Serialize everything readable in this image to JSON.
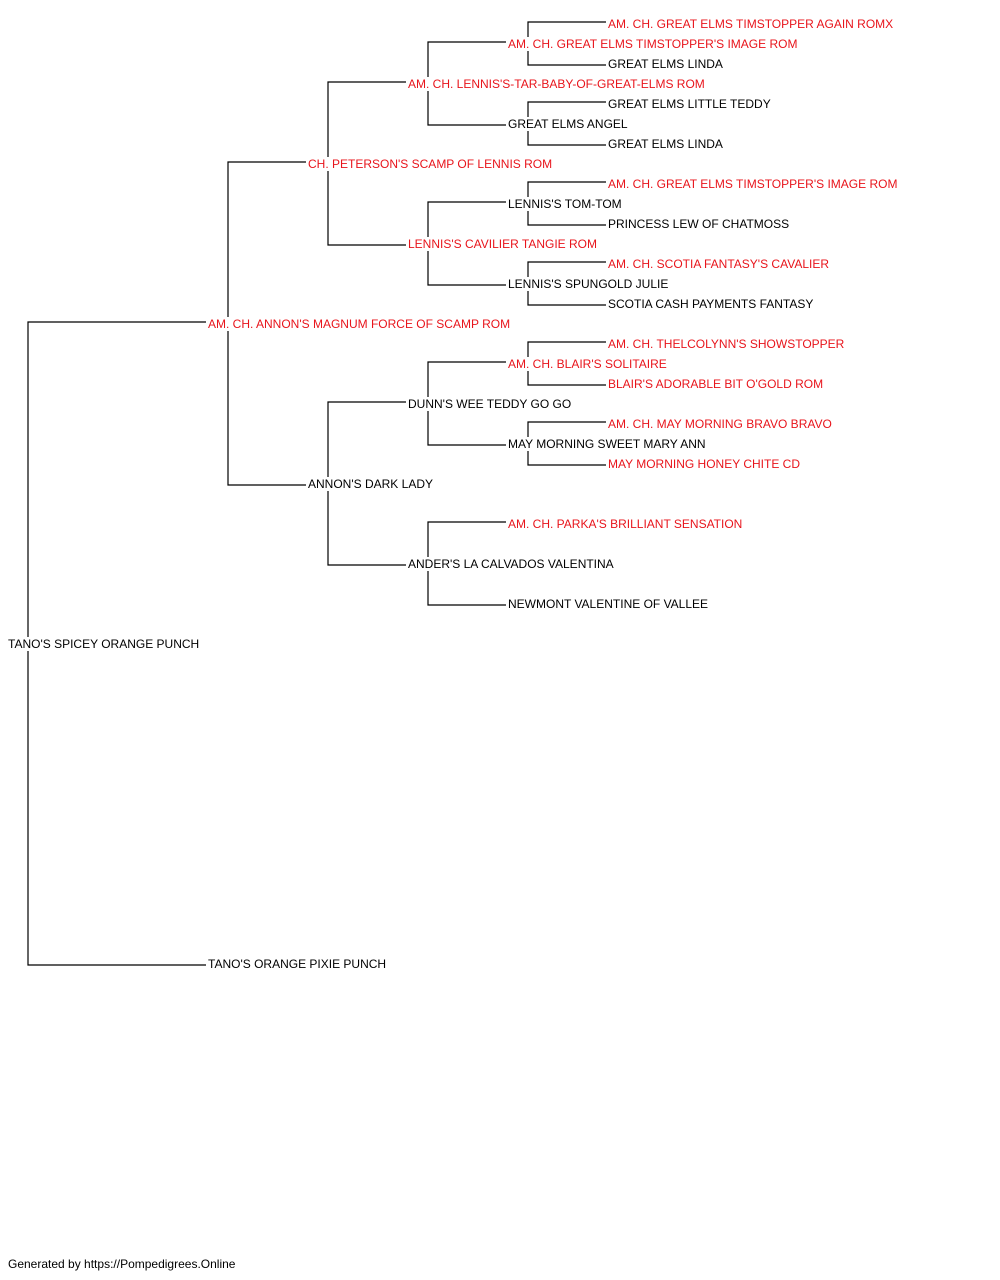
{
  "colors": {
    "champion": "#e8141b",
    "normal": "#000000",
    "line": "#000000"
  },
  "root": {
    "name": "TANO'S SPICEY ORANGE PUNCH",
    "champion": false
  },
  "sire": {
    "name": "AM. CH. ANNON'S MAGNUM FORCE OF SCAMP ROM",
    "champion": true
  },
  "dam": {
    "name": "TANO'S ORANGE PIXIE PUNCH",
    "champion": false
  },
  "ss": {
    "name": "CH. PETERSON'S SCAMP OF LENNIS ROM",
    "champion": true
  },
  "sd": {
    "name": "ANNON'S DARK LADY",
    "champion": false
  },
  "sss": {
    "name": "AM. CH. LENNIS'S-TAR-BABY-OF-GREAT-ELMS ROM",
    "champion": true
  },
  "ssd": {
    "name": "LENNIS'S CAVILIER TANGIE ROM",
    "champion": true
  },
  "sds": {
    "name": "DUNN'S WEE TEDDY GO GO",
    "champion": false
  },
  "sdd": {
    "name": "ANDER'S LA CALVADOS VALENTINA",
    "champion": false
  },
  "ssss": {
    "name": "AM. CH. GREAT ELMS TIMSTOPPER'S IMAGE ROM",
    "champion": true
  },
  "sssd": {
    "name": "GREAT ELMS ANGEL",
    "champion": false
  },
  "ssds": {
    "name": "LENNIS'S TOM-TOM",
    "champion": false
  },
  "ssdd": {
    "name": "LENNIS'S SPUNGOLD JULIE",
    "champion": false
  },
  "sdss": {
    "name": "AM. CH. BLAIR'S SOLITAIRE",
    "champion": true
  },
  "sdsd": {
    "name": "MAY MORNING SWEET MARY ANN",
    "champion": false
  },
  "sdds": {
    "name": "AM. CH. PARKA'S BRILLIANT SENSATION",
    "champion": true
  },
  "sddd": {
    "name": "NEWMONT VALENTINE OF VALLEE",
    "champion": false
  },
  "sssss": {
    "name": "AM. CH. GREAT ELMS TIMSTOPPER AGAIN ROMX",
    "champion": true
  },
  "ssssd": {
    "name": "GREAT ELMS LINDA",
    "champion": false
  },
  "sssds": {
    "name": "GREAT ELMS LITTLE TEDDY",
    "champion": false
  },
  "sssdd": {
    "name": "GREAT ELMS LINDA",
    "champion": false
  },
  "ssdss": {
    "name": "AM. CH. GREAT ELMS TIMSTOPPER'S IMAGE ROM",
    "champion": true
  },
  "ssdsd": {
    "name": "PRINCESS LEW OF CHATMOSS",
    "champion": false
  },
  "ssdds": {
    "name": "AM. CH. SCOTIA FANTASY'S CAVALIER",
    "champion": true
  },
  "ssddd": {
    "name": "SCOTIA CASH PAYMENTS FANTASY",
    "champion": false
  },
  "sdsss": {
    "name": "AM. CH. THELCOLYNN'S SHOWSTOPPER",
    "champion": true
  },
  "sdssd": {
    "name": "BLAIR'S ADORABLE BIT O'GOLD ROM",
    "champion": true
  },
  "sdsds": {
    "name": "AM. CH. MAY MORNING BRAVO BRAVO",
    "champion": true
  },
  "sdsdd": {
    "name": "MAY MORNING HONEY CHITE CD",
    "champion": true
  },
  "footer": "Generated by https://Pompedigrees.Online"
}
